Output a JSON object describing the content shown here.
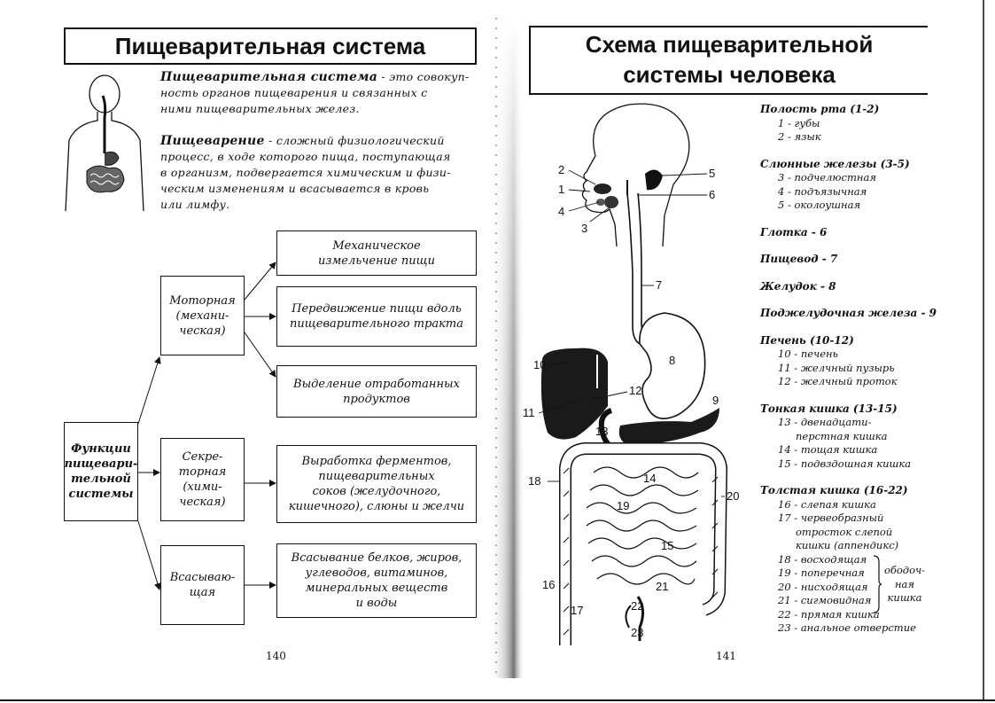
{
  "left_page": {
    "title": "Пищеварительная система",
    "definition1_term": "Пищеварительная система",
    "definition1_lines": [
      " - это совокуп-",
      "ность органов пищеварения и связанных с",
      "ними пищеварительных желез."
    ],
    "definition2_term": "Пищеварение",
    "definition2_lines": [
      " - сложный физиологический",
      "процесс, в ходе которого пища, поступающая",
      "в организм, подвергается химическим и физи-",
      "ческим изменениям и всасывается в кровь",
      "или лимфу."
    ],
    "functions_box": [
      "Функции",
      "пищевари-",
      "тельной",
      "системы"
    ],
    "motor_box": [
      "Моторная",
      "(механи-",
      "ческая)"
    ],
    "secretory_box": [
      "Секре-",
      "торная",
      "(хими-",
      "ческая)"
    ],
    "absorb_box": [
      "Всасываю-",
      "щая"
    ],
    "mech_box": [
      "Механическое",
      "измельчение пищи"
    ],
    "move_box": [
      "Передвижение пищи вдоль",
      "пищеварительного тракта"
    ],
    "excr_box": [
      "Выделение отработанных",
      "продуктов"
    ],
    "enzyme_box": [
      "Выработка ферментов,",
      "пищеварительных",
      "соков (желудочного,",
      "кишечного), слюны и желчи"
    ],
    "absorption_box": [
      "Всасывание белков, жиров,",
      "углеводов, витаминов,",
      "минеральных веществ",
      "и воды"
    ],
    "page_number": "140"
  },
  "right_page": {
    "title_lines": [
      "Схема пищеварительной",
      "системы человека"
    ],
    "page_number": "141",
    "diagram_labels": [
      "1",
      "2",
      "3",
      "4",
      "5",
      "6",
      "7",
      "8",
      "9",
      "10",
      "11",
      "12",
      "13",
      "14",
      "15",
      "16",
      "17",
      "18",
      "19",
      "20",
      "21",
      "22",
      "23"
    ],
    "legend": [
      {
        "type": "h",
        "text": "Полость рта (1-2)"
      },
      {
        "type": "i",
        "text": "1 - губы"
      },
      {
        "type": "i",
        "text": "2 - язык"
      },
      {
        "type": "gap"
      },
      {
        "type": "h",
        "text": "Слюнные железы (3-5)"
      },
      {
        "type": "i",
        "text": "3 - подчелюстная"
      },
      {
        "type": "i",
        "text": "4 - подъязычная"
      },
      {
        "type": "i",
        "text": "5 - околоушная"
      },
      {
        "type": "gap"
      },
      {
        "type": "h",
        "text": "Глотка - 6"
      },
      {
        "type": "gap"
      },
      {
        "type": "h",
        "text": "Пищевод - 7"
      },
      {
        "type": "gap"
      },
      {
        "type": "h",
        "text": "Желудок - 8"
      },
      {
        "type": "gap"
      },
      {
        "type": "h",
        "text": "Поджелудочная железа - 9"
      },
      {
        "type": "gap"
      },
      {
        "type": "h",
        "text": "Печень (10-12)"
      },
      {
        "type": "i",
        "text": "10 - печень"
      },
      {
        "type": "i",
        "text": "11 - желчный пузырь"
      },
      {
        "type": "i",
        "text": "12 - желчный проток"
      },
      {
        "type": "gap"
      },
      {
        "type": "h",
        "text": "Тонкая кишка (13-15)"
      },
      {
        "type": "i",
        "text": "13 - двенадцати-"
      },
      {
        "type": "i2",
        "text": "перстная кишка"
      },
      {
        "type": "i",
        "text": "14 - тощая кишка"
      },
      {
        "type": "i",
        "text": "15 - подвздошная кишка"
      },
      {
        "type": "gap"
      },
      {
        "type": "h",
        "text": "Толстая кишка (16-22)"
      },
      {
        "type": "i",
        "text": "16 - слепая кишка"
      },
      {
        "type": "i",
        "text": "17 - червеобразный"
      },
      {
        "type": "i2",
        "text": "отросток слепой"
      },
      {
        "type": "i2",
        "text": "кишки (аппендикс)"
      },
      {
        "type": "i",
        "text": "18 - восходящая"
      },
      {
        "type": "i",
        "text": "19 - поперечная"
      },
      {
        "type": "i",
        "text": "20 - нисходящая"
      },
      {
        "type": "i",
        "text": "21 - сигмовидная"
      },
      {
        "type": "i",
        "text": "22 - прямая кишка"
      },
      {
        "type": "i",
        "text": "23 - анальное отверстие"
      }
    ],
    "colon_brace": [
      "ободоч-",
      "ная",
      "кишка"
    ]
  },
  "colors": {
    "ink": "#111111",
    "paper": "#ffffff"
  }
}
